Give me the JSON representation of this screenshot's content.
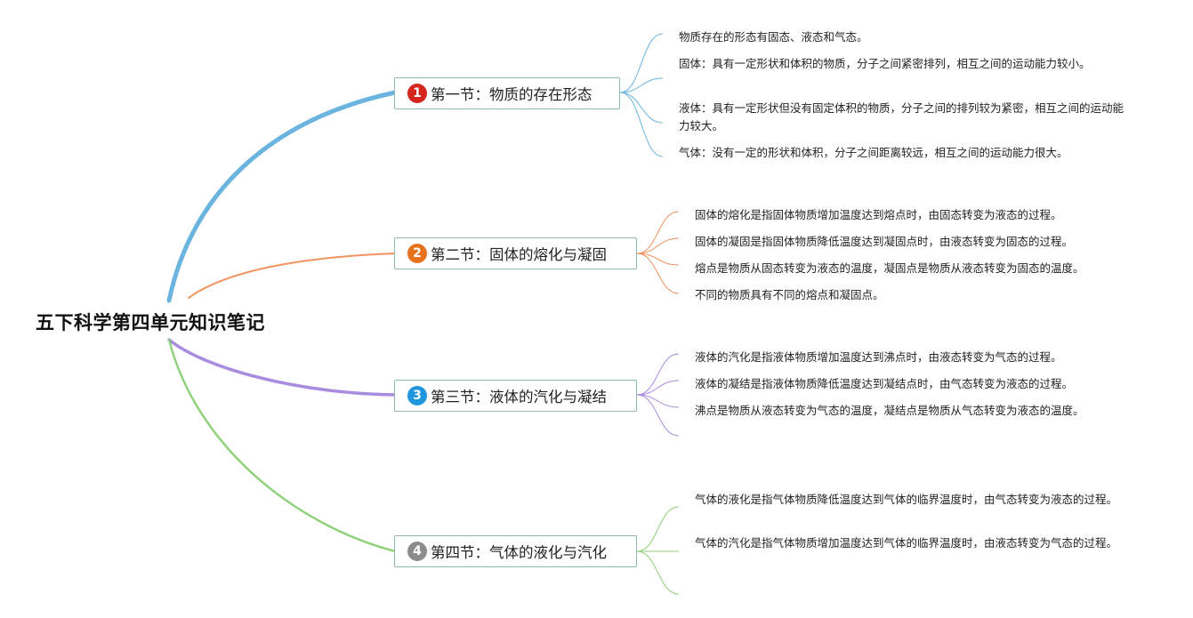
{
  "root": {
    "title": "五下科学第四单元知识笔记"
  },
  "sections": [
    {
      "badge": "1",
      "label": "第一节：物质的存在形态",
      "color": "#6cb4e0",
      "badge_color": "#d7261e",
      "notes": [
        "物质存在的形态有固态、液态和气态。",
        "固体：具有一定形状和体积的物质，分子之间紧密排列，相互之间的运动能力较小。",
        "液体：具有一定形状但没有固定体积的物质，分子之间的排列较为紧密，相互之间的运动能力较大。",
        "气体：没有一定的形状和体积，分子之间距离较远，相互之间的运动能力很大。"
      ]
    },
    {
      "badge": "2",
      "label": "第二节：固体的熔化与凝固",
      "color": "#f0935f",
      "badge_color": "#e8711e",
      "notes": [
        "固体的熔化是指固体物质增加温度达到熔点时，由固态转变为液态的过程。",
        "固体的凝固是指固体物质降低温度达到凝固点时，由液态转变为固态的过程。",
        "熔点是物质从固态转变为液态的温度，凝固点是物质从液态转变为固态的温度。",
        "不同的物质具有不同的熔点和凝固点。"
      ]
    },
    {
      "badge": "3",
      "label": "第三节：液体的汽化与凝结",
      "color": "#a98be0",
      "badge_color": "#1f96de",
      "notes": [
        "液体的汽化是指液体物质增加温度达到沸点时，由液态转变为气态的过程。",
        "液体的凝结是指液体物质降低温度达到凝结点时，由气态转变为液态的过程。",
        "沸点是物质从液态转变为气态的温度，凝结点是物质从气态转变为液态的温度。"
      ]
    },
    {
      "badge": "4",
      "label": "第四节：气体的液化与汽化",
      "color": "#8fd17a",
      "badge_color": "#8c8c8c",
      "notes": [
        "气体的液化是指气体物质降低温度达到气体的临界温度时，由气态转变为液态的过程。",
        "气体的汽化是指气体物质增加温度达到气体的临界温度时，由液态转变为气态的过程。"
      ]
    }
  ]
}
